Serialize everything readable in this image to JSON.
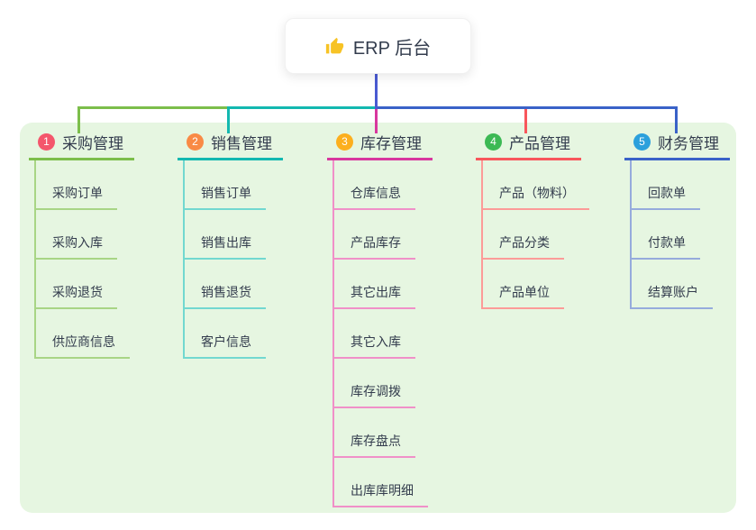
{
  "root": {
    "label": "ERP 后台",
    "icon": "thumbs-up"
  },
  "branches": [
    {
      "index": "1",
      "label": "采购管理",
      "badge_color": "#F4566C",
      "line_color": "#7CBE4B",
      "light_color": "#A8D585",
      "items": [
        "采购订单",
        "采购入库",
        "采购退货",
        "供应商信息"
      ]
    },
    {
      "index": "2",
      "label": "销售管理",
      "badge_color": "#F98A45",
      "line_color": "#13B8B0",
      "light_color": "#72D8D0",
      "items": [
        "销售订单",
        "销售出库",
        "销售退货",
        "客户信息"
      ]
    },
    {
      "index": "3",
      "label": "库存管理",
      "badge_color": "#FCAF1E",
      "line_color": "#D8379E",
      "light_color": "#F090C8",
      "items": [
        "仓库信息",
        "产品库存",
        "其它出库",
        "其它入库",
        "库存调拨",
        "库存盘点",
        "出库库明细"
      ]
    },
    {
      "index": "4",
      "label": "产品管理",
      "badge_color": "#3CB954",
      "line_color": "#F8565C",
      "light_color": "#FC9B98",
      "items": [
        "产品（物料）",
        "产品分类",
        "产品单位"
      ]
    },
    {
      "index": "5",
      "label": "财务管理",
      "badge_color": "#2BA0DC",
      "line_color": "#3A62C8",
      "light_color": "#96ABDC",
      "items": [
        "回款单",
        "付款单",
        "结算账户"
      ]
    }
  ],
  "colors": {
    "panel_bg": "#E6F6E1",
    "root_line": "#4A5AD2",
    "thumb_icon": "#F7C325",
    "text": "#333C4D"
  }
}
